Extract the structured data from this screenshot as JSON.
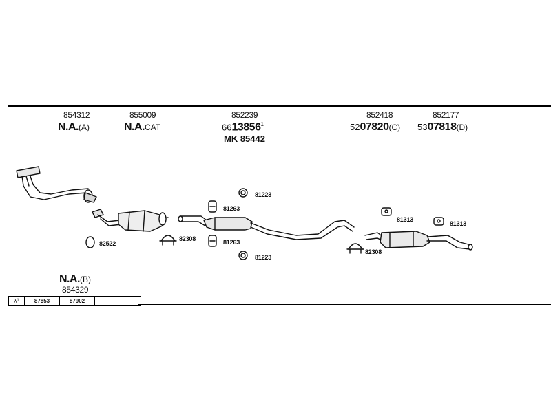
{
  "header_items": [
    {
      "code": "854312",
      "main": "N.A.",
      "suffix": "(A)"
    },
    {
      "code": "855009",
      "main": "N.A.",
      "suffix": "CAT"
    },
    {
      "code": "852239",
      "prefix": "66",
      "main": "13856",
      "sup": "1",
      "extra": "MK 85442"
    },
    {
      "code": "852418",
      "prefix": "52",
      "main": "07820",
      "suffix": "(C)"
    },
    {
      "code": "852177",
      "prefix": "53",
      "main": "07818",
      "suffix": "(D)"
    }
  ],
  "part_labels": {
    "clamp_81223_top": "81223",
    "clamp_81263_top": "81263",
    "clamp_81263_bottom": "81263",
    "clamp_81223_bottom": "81223",
    "gasket_82522": "82522",
    "clamp_82308_left": "82308",
    "clamp_82308_right": "82308",
    "mount_81313_left": "81313",
    "mount_81313_right": "81313"
  },
  "bottom_item": {
    "main": "N.A.",
    "suffix": "(B)",
    "code": "854329"
  },
  "sensor_table": {
    "symbol": "λ",
    "sup": "1",
    "cells": [
      "87853",
      "87902",
      ""
    ]
  }
}
